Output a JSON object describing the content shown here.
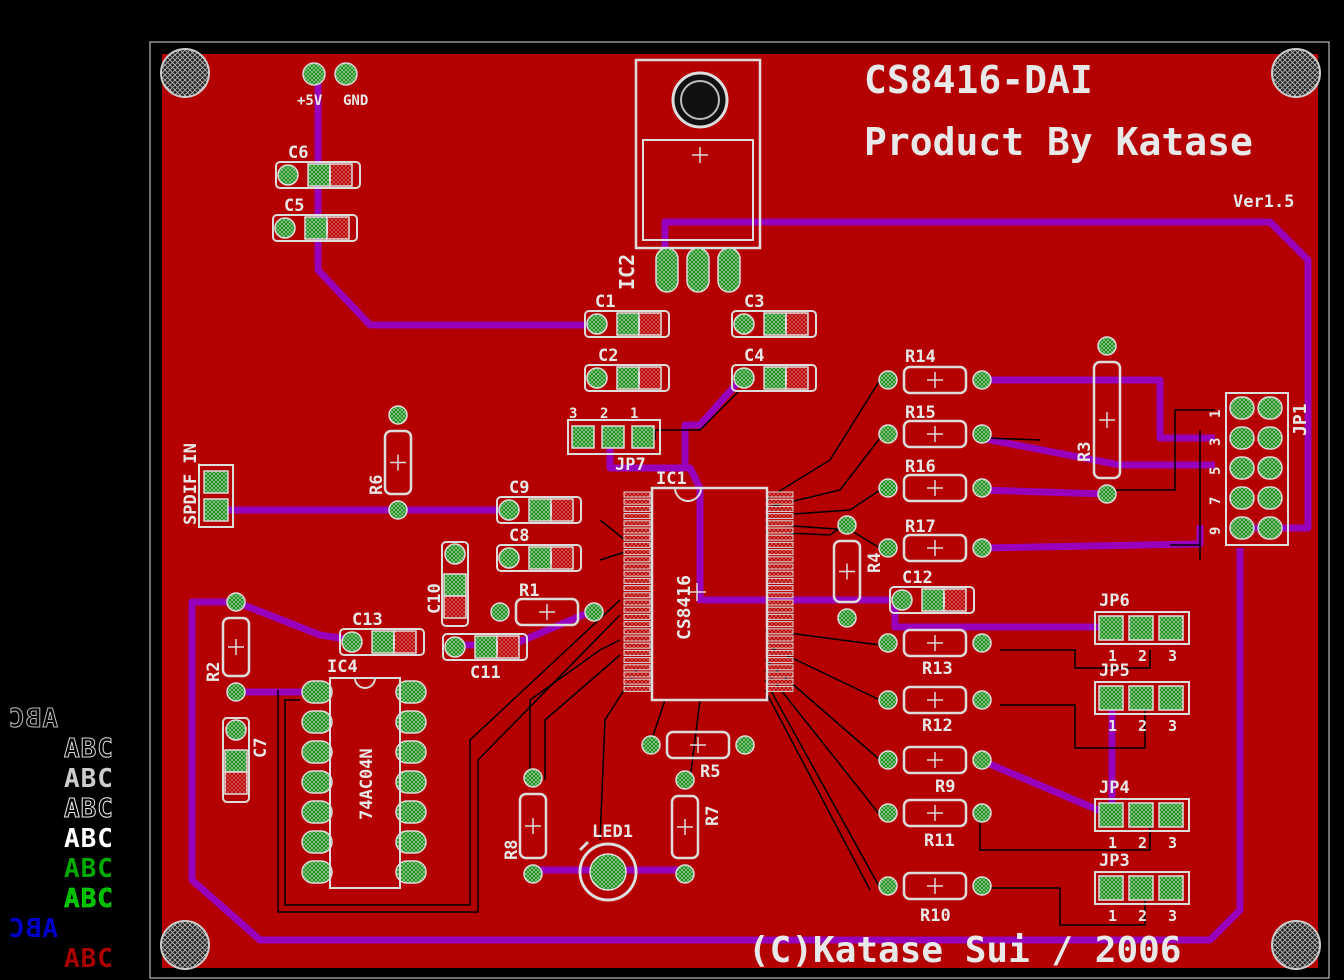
{
  "board": {
    "title": "CS8416-DAI",
    "subtitle": "Product By Katase",
    "version": "Ver1.5",
    "copyright": "(C)Katase Sui / 2006"
  },
  "colors": {
    "board": "#b40000",
    "trace": "#9900bb",
    "silk": "#e8e8e8",
    "pad_green": "#118811",
    "pad_outline": "#dddddd"
  },
  "power": {
    "vcc": "+5V",
    "gnd": "GND"
  },
  "labels": {
    "ic1": "IC1",
    "ic1_part": "CS8416",
    "ic2": "IC2",
    "ic4": "IC4",
    "ic4_part": "74AC04N",
    "spdif": "SPDIF_IN",
    "led1": "LED1",
    "jp1": "JP1",
    "jp3": "JP3",
    "jp4": "JP4",
    "jp5": "JP5",
    "jp6": "JP6",
    "jp7": "JP7",
    "c1": "C1",
    "c2": "C2",
    "c3": "C3",
    "c4": "C4",
    "c5": "C5",
    "c6": "C6",
    "c7": "C7",
    "c8": "C8",
    "c9": "C9",
    "c10": "C10",
    "c11": "C11",
    "c12": "C12",
    "c13": "C13",
    "r1": "R1",
    "r2": "R2",
    "r3": "R3",
    "r4": "R4",
    "r5": "R5",
    "r6": "R6",
    "r7": "R7",
    "r8": "R8",
    "r9": "R9",
    "r10": "R10",
    "r11": "R11",
    "r12": "R12",
    "r13": "R13",
    "r14": "R14",
    "r15": "R15",
    "r16": "R16",
    "r17": "R17"
  },
  "jp1_pins": [
    "1",
    "3",
    "5",
    "7",
    "9"
  ],
  "jp7_pins": [
    "3",
    "2",
    "1"
  ],
  "jp_small_pins": [
    "1",
    "2",
    "3"
  ],
  "layer_legend": [
    "ABC",
    "ABC",
    "ABC",
    "ABC",
    "ABC",
    "ABC",
    "ABC",
    "ABC",
    "ABC"
  ]
}
